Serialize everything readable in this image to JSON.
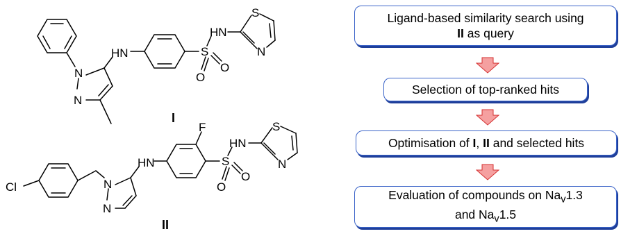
{
  "compounds": [
    {
      "label": "I",
      "atoms": {
        "n1": "N",
        "n2": "N",
        "nh": "HN",
        "sulfur": "S",
        "o1": "O",
        "o2": "O",
        "nh_sulfonamide": "HN",
        "ring_s": "S",
        "ring_n": "N"
      }
    },
    {
      "label": "II",
      "atoms": {
        "cl": "Cl",
        "n1": "N",
        "n2": "N",
        "nh": "HN",
        "fluorine": "F",
        "sulfur": "S",
        "o1": "O",
        "o2": "O",
        "nh_sulfonamide": "HN",
        "ring_s": "S",
        "ring_n": "N"
      }
    }
  ],
  "workflow": {
    "box1": {
      "line1": "Ligand-based similarity search using",
      "line2_bold": "II",
      "line2_rest": " as query"
    },
    "box2": {
      "text": "Selection of top-ranked hits"
    },
    "box3": {
      "prefix": "Optimisation of ",
      "bold1": "I",
      "sep": ", ",
      "bold2": "II",
      "suffix": " and selected hits"
    },
    "box4": {
      "line1_prefix": "Evaluation of compounds on Na",
      "sub1": "v",
      "line1_suffix": "1.3",
      "line2_prefix": "and Na",
      "sub2": "v",
      "line2_suffix": "1.5"
    },
    "colors": {
      "box_border": "#3a63c8",
      "box_shadow": "#1f3f9a",
      "arrow_fill": "#f5a0a0",
      "arrow_stroke": "#d43030"
    }
  }
}
